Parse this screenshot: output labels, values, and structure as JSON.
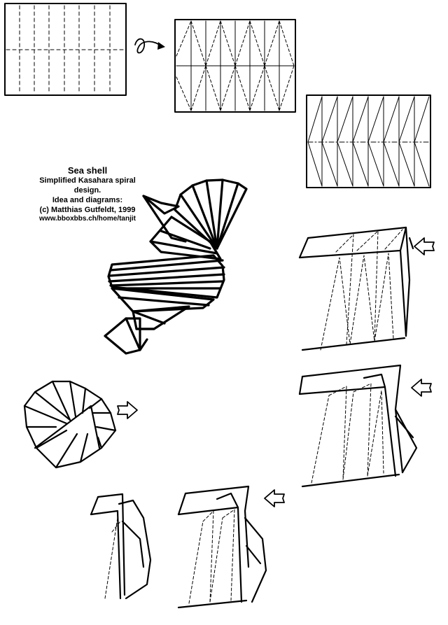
{
  "caption": {
    "title": "Sea shell",
    "line1": "Simplified Kasahara spiral",
    "line2": "design.",
    "line3": "Idea and diagrams:",
    "line4": "(c) Matthias Gutfeldt, 1999",
    "url": "www.bboxbbs.ch/home/tanjit"
  },
  "colors": {
    "ink": "#000000",
    "paper": "#ffffff"
  },
  "icons": [
    "turn-over-icon",
    "push-arrow-icon"
  ]
}
